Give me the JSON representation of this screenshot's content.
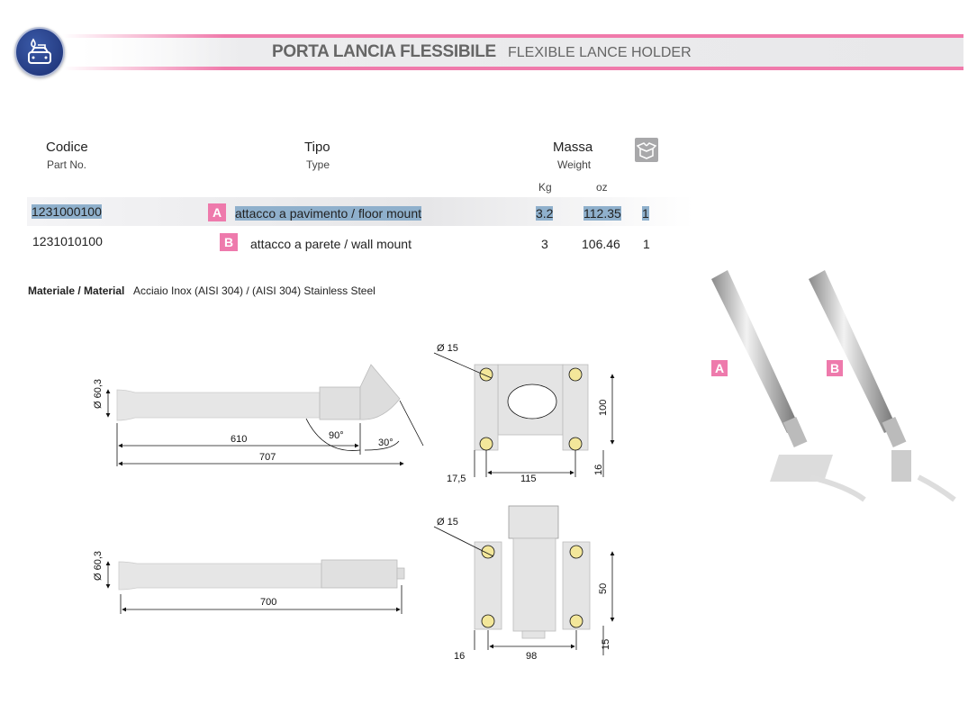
{
  "header": {
    "title": "PORTA LANCIA FLESSIBILE",
    "subtitle": "FLEXIBLE LANCE HOLDER"
  },
  "table": {
    "col_code": {
      "it": "Codice",
      "en": "Part No."
    },
    "col_type": {
      "it": "Tipo",
      "en": "Type"
    },
    "col_weight": {
      "it": "Massa",
      "en": "Weight",
      "kg": "Kg",
      "oz": "oz"
    },
    "package_icon": "box-icon",
    "rows": [
      {
        "code": "1231000100",
        "badge": "A",
        "type": "attacco a pavimento / floor mount",
        "kg": "3.2",
        "oz": "112.35",
        "qty": "1"
      },
      {
        "code": "1231010100",
        "badge": "B",
        "type": "attacco a parete / wall mount",
        "kg": "3",
        "oz": "106.46",
        "qty": "1"
      }
    ]
  },
  "material": {
    "label": "Materiale / Material",
    "value": "Acciaio Inox (AISI 304) / (AISI 304) Stainless Steel"
  },
  "drawings": {
    "a_side": {
      "dia": "Ø 60,3",
      "len1": "610",
      "len2": "707",
      "angle1": "90°",
      "angle2": "30°"
    },
    "a_plate": {
      "hole": "Ø 15",
      "h": "100",
      "edge": "17,5",
      "w": "115",
      "bottom": "16"
    },
    "b_side": {
      "dia": "Ø 60,3",
      "len": "700"
    },
    "b_plate": {
      "hole": "Ø 15",
      "h": "50",
      "edge": "16",
      "w": "98",
      "bottom": "15"
    }
  },
  "photo": {
    "label_a": "A",
    "label_b": "B"
  },
  "colors": {
    "accent": "#ee7aac",
    "highlight": "#8fb0cc",
    "logo": "#1c2f72"
  }
}
